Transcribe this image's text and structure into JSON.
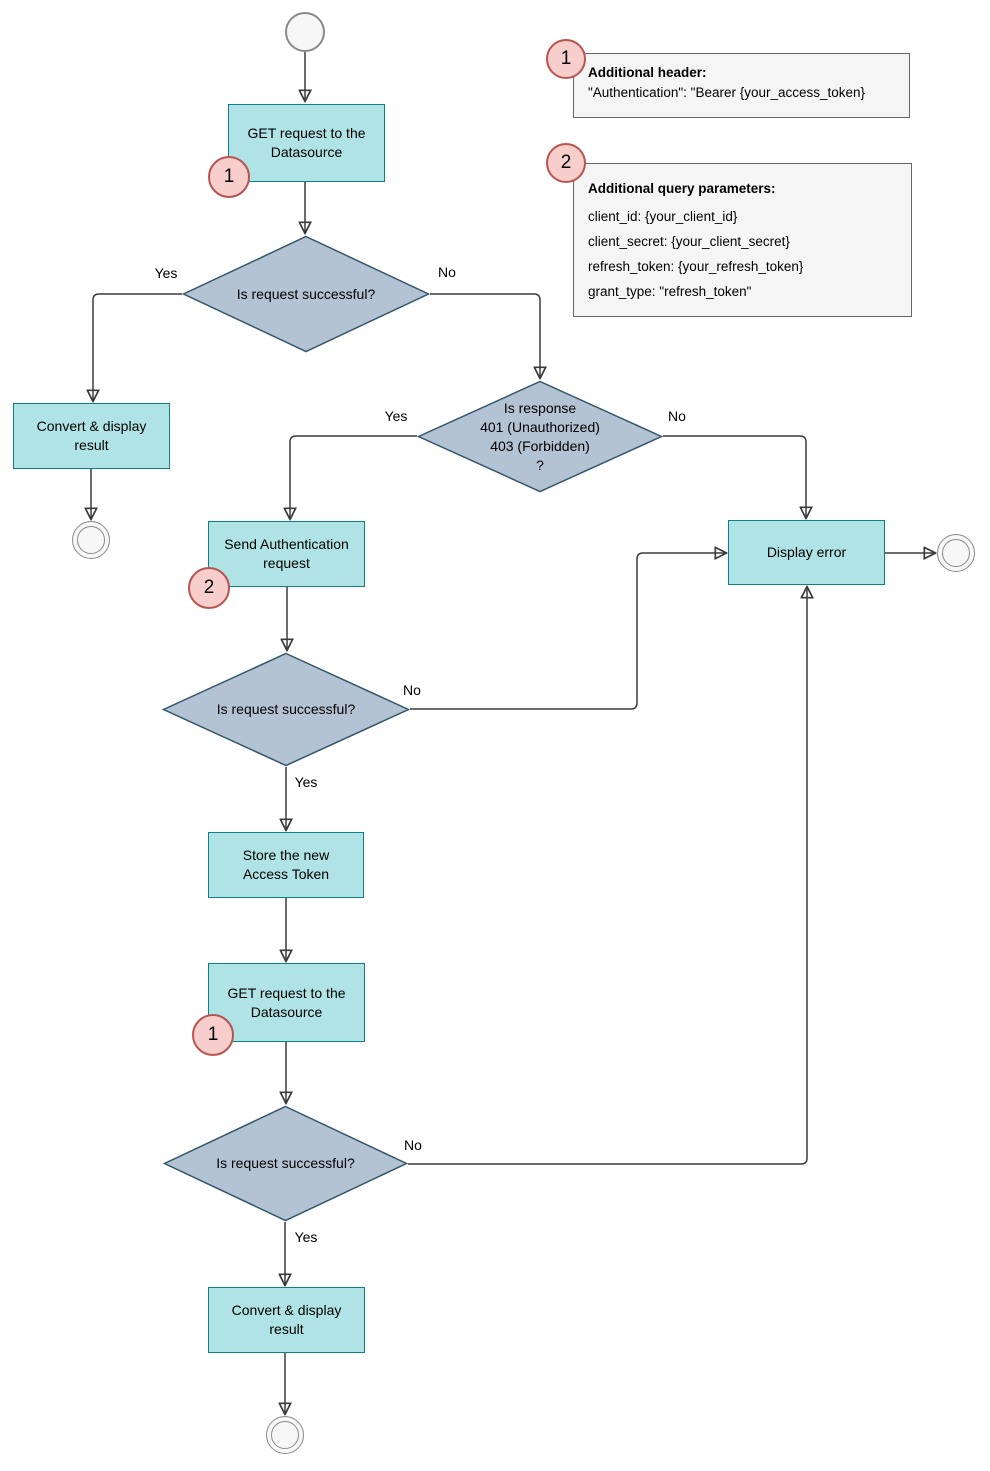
{
  "colors": {
    "process_fill": "#b0e3e6",
    "process_stroke": "#0e8088",
    "decision_fill": "#b3c3d3",
    "decision_stroke": "#33566b",
    "badge_fill": "#f8cecc",
    "badge_stroke": "#b85450",
    "note_fill": "#f5f5f5",
    "note_stroke": "#666666",
    "terminal_fill": "#f7f7f7",
    "terminal_stroke": "#8a8a8a",
    "connector": "#3b3b3b",
    "text": "#000000"
  },
  "flowchart": {
    "nodes": {
      "get_request_1": {
        "label": "GET request to the\nDatasource",
        "badge": "1"
      },
      "decision_request_1": {
        "label": "Is request successful?"
      },
      "convert_left": {
        "label": "Convert & display\nresult"
      },
      "decision_response": {
        "label": "Is response\n401 (Unauthorized)\n403 (Forbidden)\n?"
      },
      "send_auth": {
        "label": "Send Authentication\nrequest",
        "badge": "2"
      },
      "display_error": {
        "label": "Display error"
      },
      "decision_request_2": {
        "label": "Is request successful?"
      },
      "store_token": {
        "label": "Store the new\nAccess Token"
      },
      "get_request_2": {
        "label": "GET request to the\nDatasource",
        "badge": "1"
      },
      "decision_request_3": {
        "label": "Is request successful?"
      },
      "convert_bottom": {
        "label": "Convert & display\nresult"
      }
    },
    "edge_labels": {
      "d1_yes": "Yes",
      "d1_no": "No",
      "d2_yes": "Yes",
      "d2_no": "No",
      "d3_yes": "Yes",
      "d3_no": "No",
      "d4_yes": "Yes",
      "d4_no": "No"
    }
  },
  "annotations": {
    "note1": {
      "badge": "1",
      "title": "Additional header:",
      "lines": [
        "\"Authentication\": \"Bearer {your_access_token}"
      ]
    },
    "note2": {
      "badge": "2",
      "title": "Additional query parameters:",
      "lines": [
        "client_id: {your_client_id}",
        "client_secret: {your_client_secret}",
        "refresh_token: {your_refresh_token}",
        "grant_type: \"refresh_token\""
      ]
    }
  }
}
